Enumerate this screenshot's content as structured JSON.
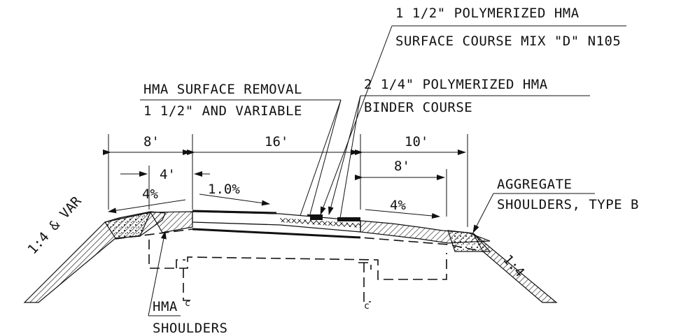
{
  "callouts": {
    "surface_course_line1": "1 1/2\" POLYMERIZED HMA",
    "surface_course_line2": "SURFACE COURSE MIX \"D\" N105",
    "binder_course_line1": "2 1/4\" POLYMERIZED HMA",
    "binder_course_line2": "BINDER COURSE",
    "removal_line1": "HMA SURFACE REMOVAL",
    "removal_line2": "1 1/2\" AND VARIABLE",
    "aggregate_line1": "AGGREGATE",
    "aggregate_line2": "SHOULDERS, TYPE B",
    "hma_shoulders_line1": "HMA",
    "hma_shoulders_line2": "SHOULDERS"
  },
  "dimensions": {
    "left_shoulder": "8'",
    "left_inner": "4'",
    "lane": "16'",
    "right_shoulder": "10'",
    "right_inner": "8'"
  },
  "slopes": {
    "left_shoulder": "4%",
    "lane": "1.0%",
    "right_shoulder": "4%",
    "left_side": "1:4 & VAR",
    "right_side": "1:4"
  }
}
